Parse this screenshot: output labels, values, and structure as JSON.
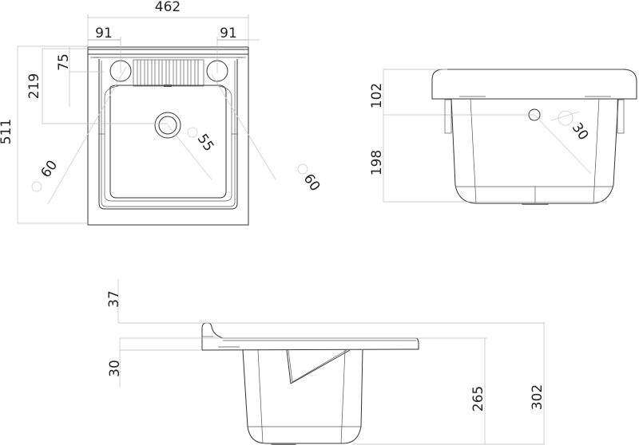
{
  "drawing": {
    "type": "technical-drawing",
    "subject": "utility sink",
    "units": "mm",
    "views": {
      "top": {
        "dimensions": {
          "overall_width": "462",
          "left_hole_offset": "91",
          "right_hole_offset": "91",
          "overall_depth": "511",
          "drain_offset": "219",
          "hole_offset_from_top": "75",
          "left_hole_diameter": "60",
          "right_hole_diameter": "60",
          "drain_diameter": "55"
        }
      },
      "front": {
        "dimensions": {
          "rim_to_overflow": "102",
          "overflow_to_bottom": "198",
          "overflow_diameter": "30"
        }
      },
      "side": {
        "dimensions": {
          "backsplash_height": "37",
          "rim_thickness": "30",
          "bowl_depth": "265",
          "overall_height": "302"
        }
      }
    }
  }
}
